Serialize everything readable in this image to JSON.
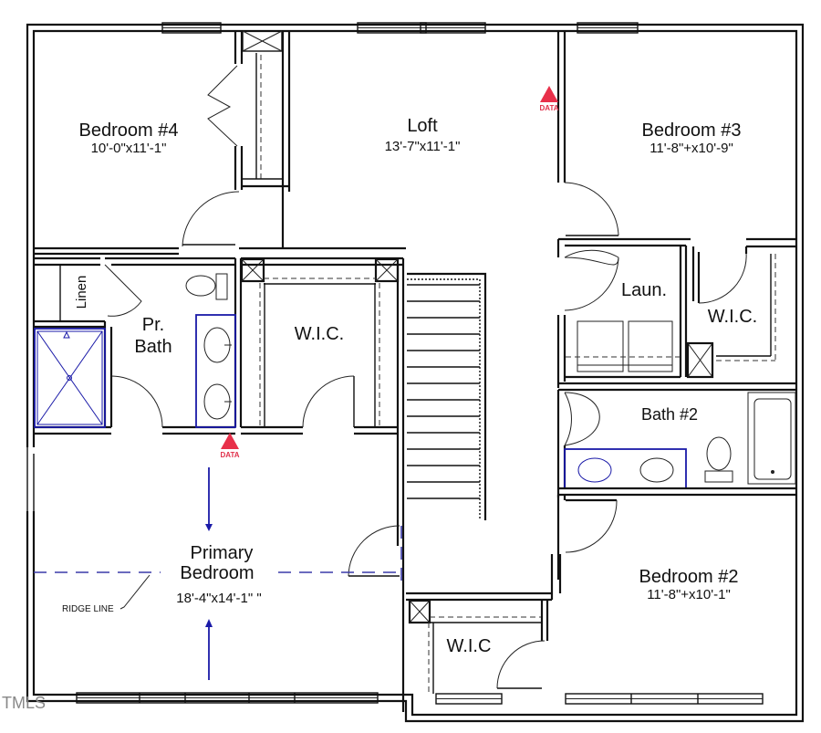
{
  "plan": {
    "rooms": [
      {
        "id": "bedroom4",
        "name": "Bedroom #4",
        "dims": "10'-0\"x11'-1\""
      },
      {
        "id": "loft",
        "name": "Loft",
        "dims": "13'-7\"x11'-1\""
      },
      {
        "id": "bedroom3",
        "name": "Bedroom #3",
        "dims": "11'-8\"+x10'-9\""
      },
      {
        "id": "linen",
        "name": "Linen"
      },
      {
        "id": "pr_bath",
        "name_line1": "Pr.",
        "name_line2": "Bath"
      },
      {
        "id": "wic_primary",
        "name": "W.I.C."
      },
      {
        "id": "laundry",
        "name": "Laun."
      },
      {
        "id": "wic_bed3",
        "name": "W.I.C."
      },
      {
        "id": "bath2",
        "name": "Bath #2"
      },
      {
        "id": "primary",
        "name_line1": "Primary",
        "name_line2": "Bedroom",
        "dims": "18'-4\"x14'-1\" \""
      },
      {
        "id": "bedroom2",
        "name": "Bedroom #2",
        "dims": "11'-8\"+x10'-1\""
      },
      {
        "id": "wic_bed2",
        "name": "W.I.C"
      }
    ],
    "annotations": {
      "ridge_line": "RIDGE LINE",
      "data_marker": "DATA"
    },
    "colors": {
      "wall": "#111111",
      "fixture_blue": "#1a1aa8",
      "data_marker": "#e0304a"
    },
    "watermark": "TMLS"
  }
}
